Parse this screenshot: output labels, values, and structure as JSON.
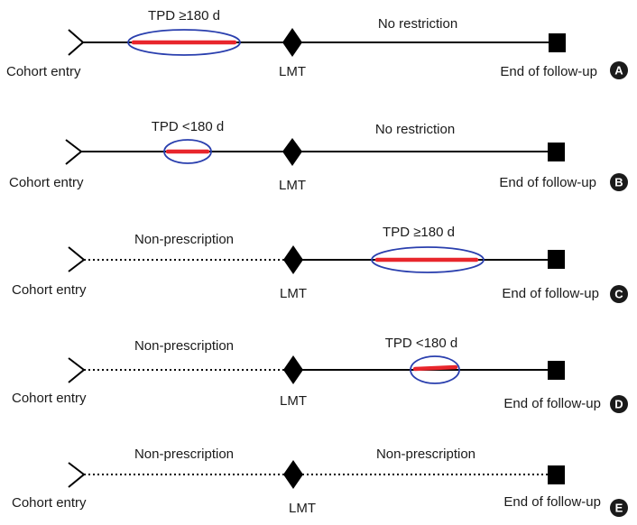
{
  "panels": [
    {
      "id": "A",
      "cohort_entry": "Cohort entry",
      "landmark": "LMT",
      "end_label": "End of follow-up",
      "before_label": "TPD ≥180 d",
      "after_label": "No restriction",
      "before_style": "solid",
      "after_style": "solid"
    },
    {
      "id": "B",
      "cohort_entry": "Cohort entry",
      "landmark": "LMT",
      "end_label": "End of follow-up",
      "before_label": "TPD <180 d",
      "after_label": "No restriction",
      "before_style": "solid",
      "after_style": "solid"
    },
    {
      "id": "C",
      "cohort_entry": "Cohort entry",
      "landmark": "LMT",
      "end_label": "End of follow-up",
      "before_label": "Non-prescription",
      "after_label": "TPD ≥180 d",
      "before_style": "dotted",
      "after_style": "solid"
    },
    {
      "id": "D",
      "cohort_entry": "Cohort entry",
      "landmark": "LMT",
      "end_label": "End of follow-up",
      "before_label": "Non-prescription",
      "after_label": "TPD <180 d",
      "before_style": "dotted",
      "after_style": "solid"
    },
    {
      "id": "E",
      "cohort_entry": "Cohort entry",
      "landmark": "LMT",
      "end_label": "End of follow-up",
      "before_label": "Non-prescription",
      "after_label": "Non-prescription",
      "before_style": "dotted",
      "after_style": "dotted"
    }
  ],
  "colors": {
    "line": "#000000",
    "highlight": "#e8262c",
    "ellipse": "#2a3fae",
    "badge": "#1a1a1a"
  }
}
